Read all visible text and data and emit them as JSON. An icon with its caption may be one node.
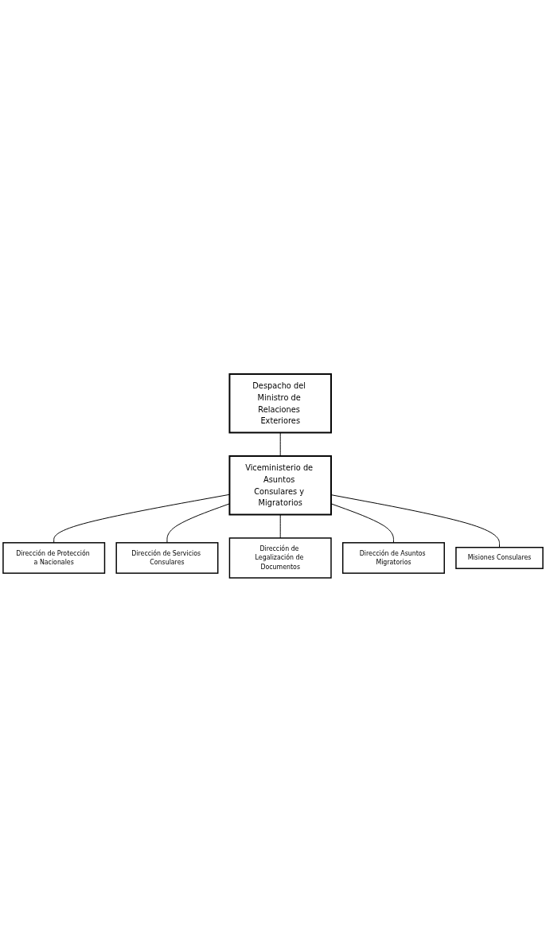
{
  "diagram": {
    "nodes": [
      {
        "text": [
          "Despacho del Ministro de Relaciones Exteriores"
        ]
      },
      {
        "text": [
          "Viceministerio de Asuntos Consulares y Migratorios"
        ]
      },
      {
        "text": [
          "Dirección de Protección a Nacionales"
        ]
      },
      {
        "text": [
          "Dirección de Servicios Consulares"
        ]
      },
      {
        "text": [
          "Dirección de Legalización de Documentos"
        ]
      },
      {
        "text": [
          "Dirección de Asuntos Migratorios"
        ]
      },
      {
        "text": [
          "Misiones Consulares"
        ]
      }
    ],
    "edges": [
      {
        "from": 0,
        "to": 1,
        "arrow": "none"
      },
      {
        "from": 1,
        "to": 2,
        "arrow": "none"
      },
      {
        "from": 1,
        "to": 3,
        "arrow": "none"
      },
      {
        "from": 1,
        "to": 4,
        "arrow": "none"
      },
      {
        "from": 1,
        "to": 5,
        "arrow": "none"
      },
      {
        "from": 1,
        "to": 6,
        "arrow": "none"
      }
    ]
  }
}
